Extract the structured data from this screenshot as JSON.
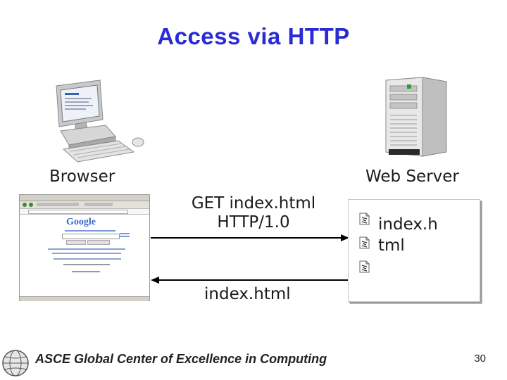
{
  "title": "Access via HTTP",
  "browser_label": "Browser",
  "server_label": "Web Server",
  "request_label_line1": "GET index.html",
  "request_label_line2": "HTTP/1.0",
  "response_label": "index.html",
  "server_files": {
    "file_name_line1": "index.h",
    "file_name_line2": "tml"
  },
  "browser_screenshot": {
    "search_brand": "Google"
  },
  "footer": {
    "org_name": "ASCE Global Center of Excellence in Computing",
    "page_number": "30"
  },
  "colors": {
    "title": "#2b2bd6",
    "arrow": "#000000"
  }
}
